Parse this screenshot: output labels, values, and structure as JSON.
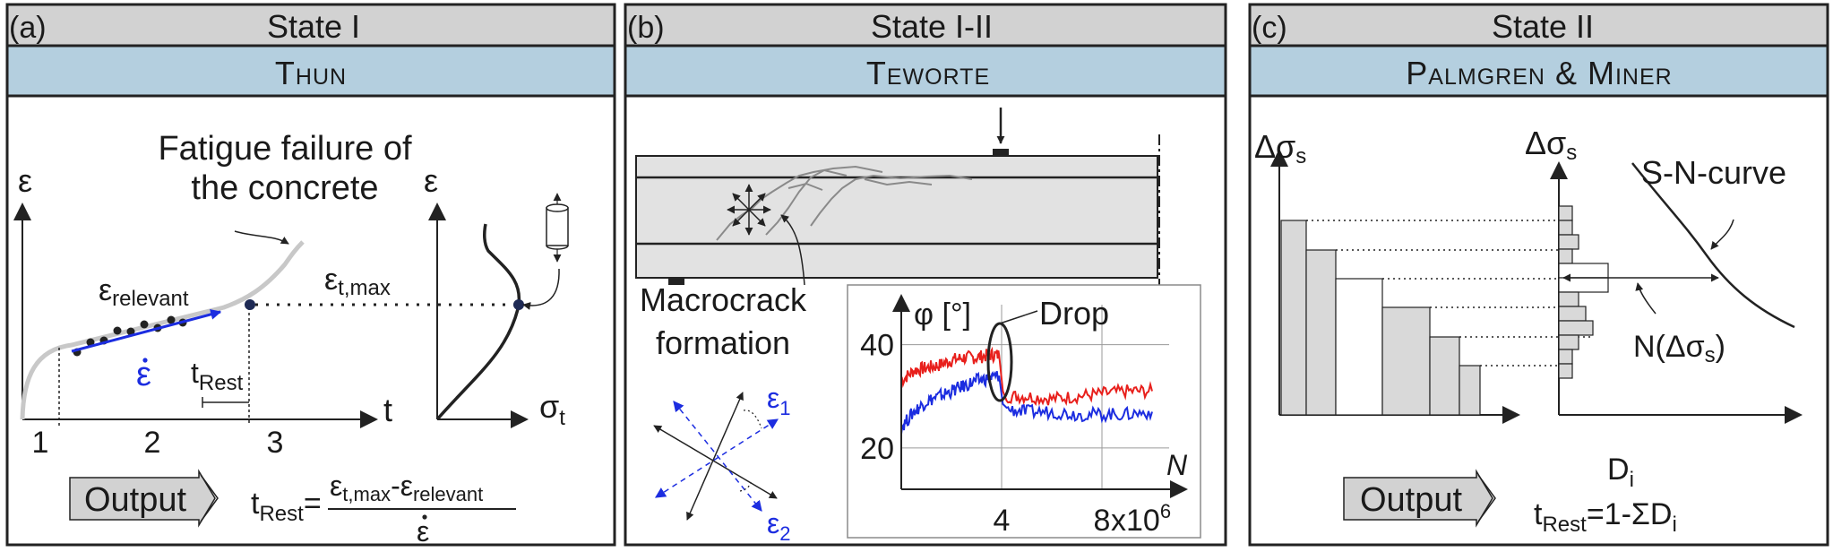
{
  "panels": {
    "a": {
      "label": "(a)",
      "state": "State I",
      "model": "Thun",
      "annotation_line1": "Fatigue failure of",
      "annotation_line2": "the concrete",
      "eps_axis": "ε",
      "t_axis": "t",
      "eps_axis2": "ε",
      "sigma_axis": "σ",
      "sigma_sub": "t",
      "eps_relevant": "ε",
      "eps_relevant_sub": "relevant",
      "eps_rate": "ε",
      "t_rest": "t",
      "t_rest_sub": "Rest",
      "eps_tmax": "ε",
      "eps_tmax_sub": "t,max",
      "phase1": "1",
      "phase2": "2",
      "phase3": "3",
      "output_label": "Output",
      "formula_lhs": "t",
      "formula_lhs_sub": "Rest",
      "formula_eq": "=",
      "num_eps1": "ε",
      "num_eps1_sub": "t,max",
      "num_minus": "-",
      "num_eps2": "ε",
      "num_eps2_sub": "relevant",
      "den": "ε"
    },
    "b": {
      "label": "(b)",
      "state": "State I-II",
      "model": "Teworte",
      "macrocrack_line1": "Macrocrack",
      "macrocrack_line2": "formation",
      "eps1": "ε",
      "eps1_sub": "1",
      "eps2": "ε",
      "eps2_sub": "2",
      "inset": {
        "y_label": "φ [°]",
        "x_label": "N",
        "drop_label": "Drop",
        "y_ticks": [
          "20",
          "40"
        ],
        "x_ticks": [
          "4",
          "8"
        ],
        "x_exp_base": "x10",
        "x_exp": "6"
      }
    },
    "c": {
      "label": "(c)",
      "state": "State II",
      "model": "Palmgren & Miner",
      "ds_left": "Δσ",
      "ds_left_sub": "s",
      "ds_right": "Δσ",
      "ds_right_sub": "s",
      "sn_curve": "S-N-curve",
      "n_label": "N(Δσ",
      "n_label_sub": "s",
      "n_label_end": ")",
      "output_label": "Output",
      "damage": "D",
      "damage_sub": "i",
      "rest_lhs": "t",
      "rest_lhs_sub": "Rest",
      "rest_rhs": "=1-ΣD",
      "rest_rhs_sub": "i"
    }
  },
  "chart_data": {
    "type": "line",
    "xlabel": "N",
    "ylabel": "φ [°]",
    "x_unit": "x10^6",
    "xlim": [
      0,
      10.5
    ],
    "ylim": [
      12,
      46
    ],
    "x_ticks": [
      4,
      8
    ],
    "y_ticks": [
      20,
      40
    ],
    "grid": true,
    "annotation": "Drop",
    "series": [
      {
        "color": "#e8201c",
        "x": [
          0,
          0.5,
          1,
          1.5,
          2,
          2.5,
          3,
          3.5,
          3.9,
          4.05,
          4.2,
          5,
          6,
          7,
          8,
          9,
          10
        ],
        "values": [
          33,
          35,
          35.5,
          36,
          37,
          37.5,
          37.5,
          38,
          38,
          31,
          30,
          30,
          29.5,
          30,
          30.5,
          31,
          31
        ]
      },
      {
        "color": "#1c2de0",
        "x": [
          0,
          0.5,
          1,
          1.5,
          2,
          2.5,
          3,
          3.5,
          3.9,
          4.05,
          4.2,
          5,
          6,
          7,
          8,
          9,
          10
        ],
        "values": [
          24,
          27,
          29,
          30,
          31,
          32,
          33,
          33.5,
          34,
          28.5,
          27.5,
          27,
          27,
          26.5,
          26.5,
          26.5,
          27
        ]
      }
    ]
  },
  "colors": {
    "state_header": "#d2d2d2",
    "model_header": "#b4cfdf",
    "red_series": "#e8201c",
    "blue_series": "#1c2de0",
    "eps_rate": "#1c2de0",
    "fill_grey": "#d9d9d9",
    "beam_fill": "#e2e2e2"
  }
}
